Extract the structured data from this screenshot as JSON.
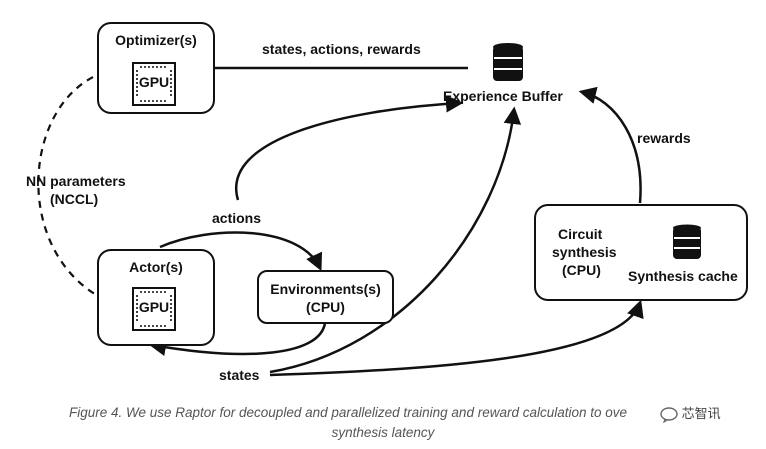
{
  "nodes": {
    "optimizer": {
      "title": "Optimizer(s)",
      "chip": "GPU"
    },
    "actor": {
      "title": "Actor(s)",
      "chip": "GPU"
    },
    "environments": {
      "title_line1": "Environments(s)",
      "title_line2": "(CPU)"
    },
    "circuit": {
      "title_line1": "Circuit",
      "title_line2": "synthesis",
      "title_line3": "(CPU)",
      "cache_label": "Synthesis cache"
    },
    "buffer": {
      "label": "Experience Buffer",
      "icon": "database-icon"
    }
  },
  "edges": {
    "states_actions_rewards": "states, actions, rewards",
    "nn_parameters_line1": "NN parameters",
    "nn_parameters_line2": "(NCCL)",
    "actions": "actions",
    "states": "states",
    "rewards": "rewards"
  },
  "caption": {
    "line1": "Figure 4. We use Raptor for decoupled and parallelized training and reward calculation to ove",
    "line2": "synthesis latency"
  },
  "watermark": "芯智讯",
  "colors": {
    "stroke": "#111111",
    "caption": "#555555"
  }
}
